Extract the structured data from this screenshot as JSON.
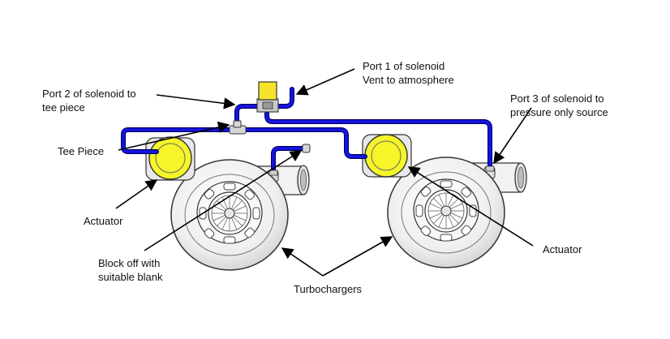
{
  "labels": {
    "port1_line1": "Port 1 of solenoid",
    "port1_line2": "Vent to atmosphere",
    "port2_line1": "Port 2 of solenoid to",
    "port2_line2": "tee piece",
    "port3_line1": "Port 3 of solenoid to",
    "port3_line2": "pressure only source",
    "tee_piece": "Tee Piece",
    "actuator_left": "Actuator",
    "actuator_right": "Actuator",
    "block_off_line1": "Block off with",
    "block_off_line2": "suitable blank",
    "turbochargers": "Turbochargers"
  },
  "colors": {
    "hose": "#1515e6",
    "hose_dark": "#000066",
    "actuator_fill": "#f5f529",
    "solenoid_fill": "#f5e42a",
    "turbo_fill": "#f4f4f4",
    "outline": "#333333",
    "leader": "#000000"
  }
}
